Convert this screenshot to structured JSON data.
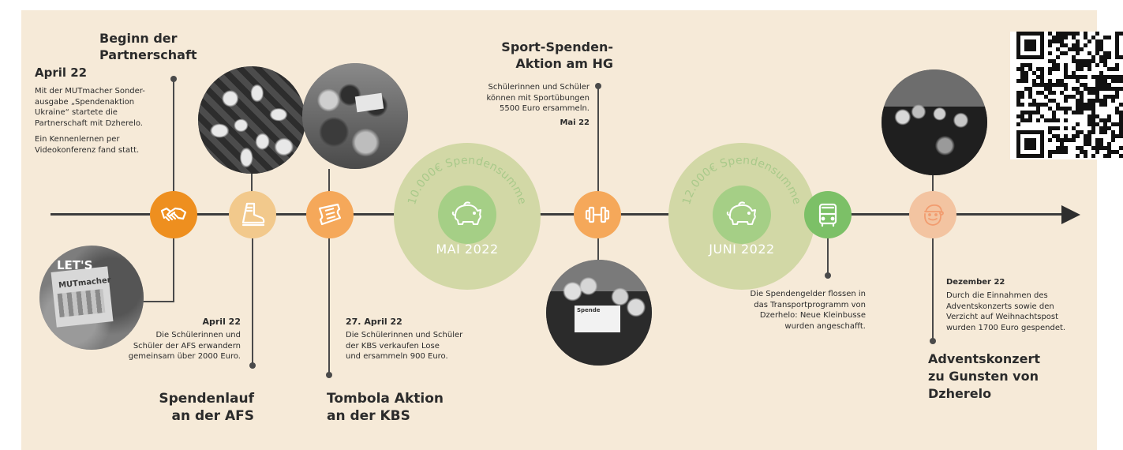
{
  "colors": {
    "background": "#f6ead8",
    "line": "#4a4a4a",
    "orange_dark": "#ee8f1f",
    "orange_light": "#f2c98c",
    "orange_mid": "#f5a85a",
    "green_pale": "#d2d8a6",
    "green_mid": "#a5cf86",
    "green_dark": "#7cc067",
    "peach": "#f3c4a1"
  },
  "events": {
    "april22": {
      "heading": "April 22",
      "p1_lines": [
        "Mit der MUTmacher Sonder-",
        "ausgabe „Spendenaktion",
        "Ukraine“ startete die",
        "Partnerschaft mit Dzherelo."
      ],
      "p2_lines": [
        "Ein Kennenlernen per",
        "Videokonferenz fand statt."
      ]
    },
    "partnership": {
      "title_lines": [
        "Beginn der",
        "Partnerschaft"
      ],
      "icon": "handshake-icon"
    },
    "spendenlauf": {
      "date": "April 22",
      "lines": [
        "Die Schülerinnen und",
        "Schüler der AFS erwandern",
        "gemeinsam über 2000 Euro."
      ],
      "title_lines": [
        "Spendenlauf",
        "an der AFS"
      ],
      "icon": "hiking-boot-icon"
    },
    "tombola": {
      "date": "27. April 22",
      "lines": [
        "Die Schülerinnen und Schüler",
        "der KBS verkaufen Lose",
        "und ersammeln 900 Euro."
      ],
      "title_lines": [
        "Tombola Aktion",
        "an der KBS"
      ],
      "icon": "ticket-icon"
    },
    "milestone_may": {
      "amount_text": "10.000€ Spendensumme",
      "label": "MAI 2022",
      "icon": "piggy-bank-icon"
    },
    "sport": {
      "title_lines": [
        "Sport-Spenden-",
        "Aktion am HG"
      ],
      "lines": [
        "Schülerinnen und Schüler",
        "können mit Sportübungen",
        "5500 Euro ersammeln."
      ],
      "date": "Mai 22",
      "icon": "dumbbell-icon"
    },
    "milestone_june": {
      "amount_text": "12.000€ Spendensumme",
      "label": "JUNI 2022",
      "icon": "piggy-bank-icon"
    },
    "transport": {
      "lines": [
        "Die Spendengelder flossen in",
        "das Transportprogramm von",
        "Dzerhelo: Neue Kleinbusse",
        "wurden angeschafft."
      ],
      "icon": "bus-icon"
    },
    "advent": {
      "date": "Dezember 22",
      "lines": [
        "Durch die Einnahmen des",
        "Adventskonzerts sowie den",
        "Verzicht auf Weihnachtspost",
        "wurden 1700 Euro gespendet."
      ],
      "title_lines": [
        "Adventskonzert",
        "zu Gunsten von",
        "Dzherelo"
      ],
      "icon": "santa-icon"
    }
  },
  "photos": {
    "mutmacher_sign": "LET'S",
    "mutmacher_brand": "MUTmacher",
    "cheque_label": "Spende"
  }
}
